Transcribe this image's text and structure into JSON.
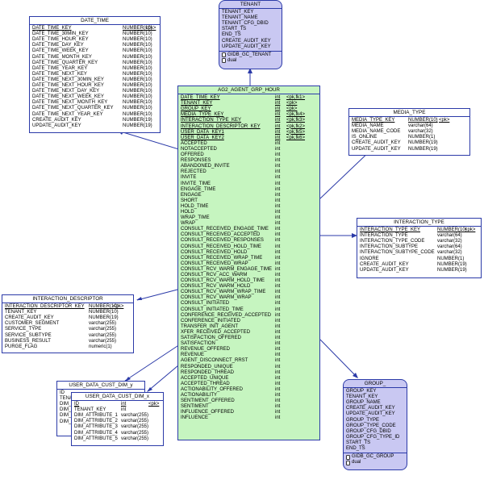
{
  "colors": {
    "line": "#2b3aa8",
    "white": "#ffffff",
    "tenant_fill": "#c9c8f2",
    "fact_fill": "#c6f5c0",
    "group_fill": "#c9c8f2"
  },
  "date_time": {
    "title": "DATE_TIME",
    "rows": [
      {
        "name": "DATE_TIME_KEY",
        "type": "NUMBER(10)",
        "key": "<pk>",
        "pk": true
      },
      {
        "name": "DATE_TIME_30MIN_KEY",
        "type": "NUMBER(10)",
        "key": ""
      },
      {
        "name": "DATE_TIME_HOUR_KEY",
        "type": "NUMBER(10)",
        "key": ""
      },
      {
        "name": "DATE_TIME_DAY_KEY",
        "type": "NUMBER(10)",
        "key": ""
      },
      {
        "name": "DATE_TIME_WEEK_KEY",
        "type": "NUMBER(10)",
        "key": ""
      },
      {
        "name": "DATE_TIME_MONTH_KEY",
        "type": "NUMBER(10)",
        "key": ""
      },
      {
        "name": "DATE_TIME_QUARTER_KEY",
        "type": "NUMBER(10)",
        "key": ""
      },
      {
        "name": "DATE_TIME_YEAR_KEY",
        "type": "NUMBER(10)",
        "key": ""
      },
      {
        "name": "DATE_TIME_NEXT_KEY",
        "type": "NUMBER(10)",
        "key": ""
      },
      {
        "name": "DATE_TIME_NEXT_30MIN_KEY",
        "type": "NUMBER(10)",
        "key": ""
      },
      {
        "name": "DATE_TIME_NEXT_HOUR_KEY",
        "type": "NUMBER(10)",
        "key": ""
      },
      {
        "name": "DATE_TIME_NEXT_DAY_KEY",
        "type": "NUMBER(10)",
        "key": ""
      },
      {
        "name": "DATE_TIME_NEXT_WEEK_KEY",
        "type": "NUMBER(10)",
        "key": ""
      },
      {
        "name": "DATE_TIME_NEXT_MONTH_KEY",
        "type": "NUMBER(10)",
        "key": ""
      },
      {
        "name": "DATE_TIME_NEXT_QUARTER_KEY",
        "type": "NUMBER(10)",
        "key": ""
      },
      {
        "name": "DATE_TIME_NEXT_YEAR_KEY",
        "type": "NUMBER(10)",
        "key": ""
      },
      {
        "name": "CREATE_AUDIT_KEY",
        "type": "NUMBER(19)",
        "key": ""
      },
      {
        "name": "UPDATE_AUDIT_KEY",
        "type": "NUMBER(19)",
        "key": ""
      }
    ]
  },
  "tenant": {
    "title": "TENANT",
    "rows": [
      "TENANT_KEY",
      "TENANT_NAME",
      "TENANT_CFG_DBID",
      "START_TS",
      "END_TS",
      "CREATE_AUDIT_KEY",
      "UPDATE_AUDIT_KEY"
    ],
    "storage": [
      "GIDB_GC_TENANT",
      "dual"
    ]
  },
  "fact": {
    "title": "AG2_AGENT_GRP_HOUR",
    "rows": [
      {
        "name": "DATE_TIME_KEY",
        "type": "int",
        "key": "<pk,fk1>",
        "pk": true
      },
      {
        "name": "TENANT_KEY",
        "type": "int",
        "key": "<pk>",
        "pk": true
      },
      {
        "name": "GROUP_KEY",
        "type": "int",
        "key": "<pk>",
        "pk": true
      },
      {
        "name": "MEDIA_TYPE_KEY",
        "type": "int",
        "key": "<pk,fk4>",
        "pk": true
      },
      {
        "name": "INTERACTION_TYPE_KEY",
        "type": "int",
        "key": "<pk,fk3>",
        "pk": true
      },
      {
        "name": "INTERACTION_DESCRIPTOR_KEY",
        "type": "int",
        "key": "<pk,fk2>",
        "pk": true
      },
      {
        "name": "USER_DATA_KEY1",
        "type": "int",
        "key": "<pk,fk5>",
        "pk": true
      },
      {
        "name": "USER_DATA_KEY2",
        "type": "int",
        "key": "<pk,fk6>",
        "pk": true
      },
      {
        "name": "ACCEPTED",
        "type": "int",
        "key": ""
      },
      {
        "name": "NOTACCEPTED",
        "type": "int",
        "key": ""
      },
      {
        "name": "OFFERED",
        "type": "int",
        "key": ""
      },
      {
        "name": "RESPONSES",
        "type": "int",
        "key": ""
      },
      {
        "name": "ABANDONED_INVITE",
        "type": "int",
        "key": ""
      },
      {
        "name": "REJECTED",
        "type": "int",
        "key": ""
      },
      {
        "name": "INVITE",
        "type": "int",
        "key": ""
      },
      {
        "name": "INVITE_TIME",
        "type": "int",
        "key": ""
      },
      {
        "name": "ENGAGE_TIME",
        "type": "int",
        "key": ""
      },
      {
        "name": "ENGAGE",
        "type": "int",
        "key": ""
      },
      {
        "name": "SHORT",
        "type": "int",
        "key": ""
      },
      {
        "name": "HOLD_TIME",
        "type": "int",
        "key": ""
      },
      {
        "name": "HOLD",
        "type": "int",
        "key": ""
      },
      {
        "name": "WRAP_TIME",
        "type": "int",
        "key": ""
      },
      {
        "name": "WRAP",
        "type": "int",
        "key": ""
      },
      {
        "name": "CONSULT_RECEIVED_ENGAGE_TIME",
        "type": "int",
        "key": ""
      },
      {
        "name": "CONSULT_RECEIVED_ACCEPTED",
        "type": "int",
        "key": ""
      },
      {
        "name": "CONSULT_RECEIVED_RESPONSES",
        "type": "int",
        "key": ""
      },
      {
        "name": "CONSULT_RECEIVED_HOLD_TIME",
        "type": "int",
        "key": ""
      },
      {
        "name": "CONSULT_RECEIVED_HOLD",
        "type": "int",
        "key": ""
      },
      {
        "name": "CONSULT_RECEIVED_WRAP_TIME",
        "type": "int",
        "key": ""
      },
      {
        "name": "CONSULT_RECEIVED_WRAP",
        "type": "int",
        "key": ""
      },
      {
        "name": "CONSULT_RCV_WARM_ENGAGE_TIME",
        "type": "int",
        "key": ""
      },
      {
        "name": "CONSULT_RCV_ACC_WARM",
        "type": "int",
        "key": ""
      },
      {
        "name": "CONSULT_RCV_WARM_HOLD_TIME",
        "type": "int",
        "key": ""
      },
      {
        "name": "CONSULT_RCV_WARM_HOLD",
        "type": "int",
        "key": ""
      },
      {
        "name": "CONSULT_RCV_WARM_WRAP_TIME",
        "type": "int",
        "key": ""
      },
      {
        "name": "CONSULT_RCV_WARM_WRAP",
        "type": "int",
        "key": ""
      },
      {
        "name": "CONSULT_INITIATED",
        "type": "int",
        "key": ""
      },
      {
        "name": "CONSULT_INITIATED_TIME",
        "type": "int",
        "key": ""
      },
      {
        "name": "CONFERENCE_RECEIVED_ACCEPTED",
        "type": "int",
        "key": ""
      },
      {
        "name": "CONFERENCE_INITIATED",
        "type": "int",
        "key": ""
      },
      {
        "name": "TRANSFER_INIT_AGENT",
        "type": "int",
        "key": ""
      },
      {
        "name": "XFER_RECEIVED_ACCEPTED",
        "type": "int",
        "key": ""
      },
      {
        "name": "SATISFACTION_OFFERED",
        "type": "int",
        "key": ""
      },
      {
        "name": "SATISFACTION",
        "type": "int",
        "key": ""
      },
      {
        "name": "REVENUE_OFFERED",
        "type": "int",
        "key": ""
      },
      {
        "name": "REVENUE",
        "type": "int",
        "key": ""
      },
      {
        "name": "AGENT_DISCONNECT_RRST",
        "type": "int",
        "key": ""
      },
      {
        "name": "RESPONDED_UNIQUE",
        "type": "int",
        "key": ""
      },
      {
        "name": "RESPONDED_THREAD",
        "type": "int",
        "key": ""
      },
      {
        "name": "ACCEPTED_UNIQUE",
        "type": "int",
        "key": ""
      },
      {
        "name": "ACCEPTED_THREAD",
        "type": "int",
        "key": ""
      },
      {
        "name": "ACTIONABILITY_OFFERED",
        "type": "int",
        "key": ""
      },
      {
        "name": "ACTIONABILITY",
        "type": "int",
        "key": ""
      },
      {
        "name": "SENTIMENT_OFFERED",
        "type": "int",
        "key": ""
      },
      {
        "name": "SENTIMENT",
        "type": "int",
        "key": ""
      },
      {
        "name": "INFLUENCE_OFFERED",
        "type": "int",
        "key": ""
      },
      {
        "name": "INFLUENCE",
        "type": "int",
        "key": ""
      }
    ]
  },
  "media_type": {
    "title": "MEDIA_TYPE",
    "rows": [
      {
        "name": "MEDIA_TYPE_KEY",
        "type": "NUMBER(10)",
        "key": "<pk>",
        "pk": true
      },
      {
        "name": "MEDIA_NAME",
        "type": "varchar(64)",
        "key": ""
      },
      {
        "name": "MEDIA_NAME_CODE",
        "type": "varchar(32)",
        "key": ""
      },
      {
        "name": "IS_ONLINE",
        "type": "NUMBER(1)",
        "key": ""
      },
      {
        "name": "CREATE_AUDIT_KEY",
        "type": "NUMBER(19)",
        "key": ""
      },
      {
        "name": "UPDATE_AUDIT_KEY",
        "type": "NUMBER(19)",
        "key": ""
      }
    ]
  },
  "interaction_type": {
    "title": "INTERACTION_TYPE",
    "rows": [
      {
        "name": "INTERACTION_TYPE_KEY",
        "type": "NUMBER(10)",
        "key": "<pk>",
        "pk": true
      },
      {
        "name": "INTERACTION_TYPE",
        "type": "varchar(64)",
        "key": ""
      },
      {
        "name": "INTERACTION_TYPE_CODE",
        "type": "varchar(32)",
        "key": ""
      },
      {
        "name": "INTERACTION_SUBTYPE",
        "type": "varchar(64)",
        "key": ""
      },
      {
        "name": "INTERACTION_SUBTYPE_CODE",
        "type": "varchar(32)",
        "key": ""
      },
      {
        "name": "IGNORE",
        "type": "NUMBER(1)",
        "key": ""
      },
      {
        "name": "CREATE_AUDIT_KEY",
        "type": "NUMBER(19)",
        "key": ""
      },
      {
        "name": "UPDATE_AUDIT_KEY",
        "type": "NUMBER(19)",
        "key": ""
      }
    ]
  },
  "interaction_descriptor": {
    "title": "INTERACTION_DESCRIPTOR",
    "rows": [
      {
        "name": "INTERACTION_DESCRIPTOR_KEY",
        "type": "NUMBER(10)",
        "key": "<pk>",
        "pk": true
      },
      {
        "name": "TENANT_KEY",
        "type": "NUMBER(10)",
        "key": ""
      },
      {
        "name": "CREATE_AUDIT_KEY",
        "type": "NUMBER(19)",
        "key": ""
      },
      {
        "name": "CUSTOMER_SEGMENT",
        "type": "varchar(255)",
        "key": ""
      },
      {
        "name": "SERVICE_TYPE",
        "type": "varchar(255)",
        "key": ""
      },
      {
        "name": "SERVICE_SUBTYPE",
        "type": "varchar(255)",
        "key": ""
      },
      {
        "name": "BUSINESS_RESULT",
        "type": "varchar(255)",
        "key": ""
      },
      {
        "name": "PURGE_FLAG",
        "type": "numeric(1)",
        "key": ""
      }
    ]
  },
  "user_data_back": {
    "title": "USER_DATA_CUST_DIM_y",
    "rows": [
      "ID",
      "TENA",
      "DIM_A",
      "DIM_A",
      "DIM_A",
      "DIM_A"
    ]
  },
  "user_data_front": {
    "title": "USER_DATA_CUST_DIM_x",
    "rows": [
      {
        "name": "ID",
        "type": "int",
        "key": "<pk>",
        "pk": true
      },
      {
        "name": "TENANT_KEY",
        "type": "int",
        "key": ""
      },
      {
        "name": "DIM_ATTRIBUTE_1",
        "type": "varchar(255)",
        "key": ""
      },
      {
        "name": "DIM_ATTRIBUTE_2",
        "type": "varchar(255)",
        "key": ""
      },
      {
        "name": "DIM_ATTRIBUTE_3",
        "type": "varchar(255)",
        "key": ""
      },
      {
        "name": "DIM_ATTRIBUTE_4",
        "type": "varchar(255)",
        "key": ""
      },
      {
        "name": "DIM_ATTRIBUTE_5",
        "type": "varchar(255)",
        "key": ""
      }
    ]
  },
  "group": {
    "title": "GROUP_",
    "rows": [
      "GROUP_KEY",
      "TENANT_KEY",
      "GROUP_NAME",
      "CREATE_AUDIT_KEY",
      "UPDATE_AUDIT_KEY",
      "GROUP_TYPE",
      "GROUP_TYPE_CODE",
      "GROUP_CFG_DBID",
      "GROUP_CFG_TYPE_ID",
      "START_TS",
      "END_TS"
    ],
    "storage": [
      "GIDB_GC_GROUP",
      "dual"
    ]
  }
}
